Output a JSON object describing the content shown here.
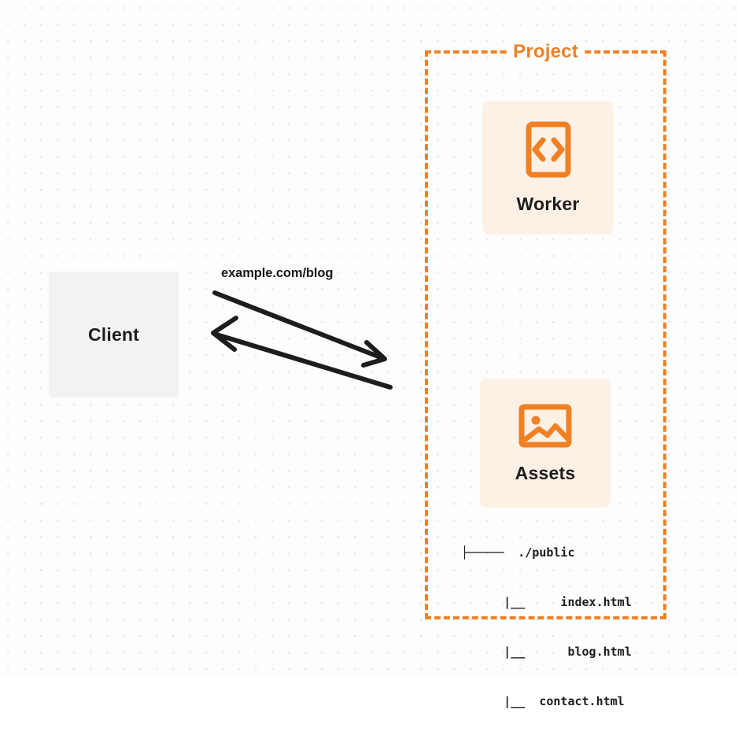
{
  "diagram": {
    "background": {
      "color": "#fdfdfd",
      "dot_color": "#e8e8e8",
      "pattern": "dot-grid"
    },
    "colors": {
      "accent_orange": "#f08024",
      "card_cream": "#fdf1e6",
      "client_gray": "#f1f2f4",
      "text_dark": "#1d1d1b"
    },
    "client": {
      "label": "Client"
    },
    "connector": {
      "label": "example.com/blog",
      "request_direction": "client-to-project",
      "response_direction": "project-to-client"
    },
    "project": {
      "title": "Project",
      "border_style": "dashed",
      "services": [
        {
          "label": "Worker",
          "icon": "code-brackets-icon"
        },
        {
          "label": "Assets",
          "icon": "image-picture-icon"
        }
      ],
      "file_tree": [
        "├─────  ./public",
        "      |__     index.html",
        "      |__      blog.html",
        "      |__  contact.html"
      ]
    }
  }
}
